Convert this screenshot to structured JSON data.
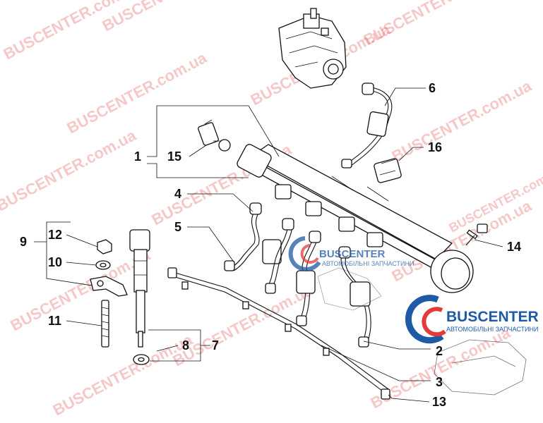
{
  "watermark": {
    "text": "BUSCENTER.com.ua",
    "color": "#e23b3b"
  },
  "logos": [
    {
      "name": "BUSCENTER",
      "tagline": "АВТОМОБІЛЬНІ ЗАПЧАСТИНИ",
      "color": "#1f5aa6"
    },
    {
      "name": "BUSCENTER",
      "tagline": "АВТОМОБІЛЬНІ ЗАПЧАСТИНИ",
      "color": "#1f5aa6"
    }
  ],
  "callouts": [
    "1",
    "2",
    "3",
    "4",
    "5",
    "6",
    "7",
    "8",
    "9",
    "10",
    "11",
    "12",
    "13",
    "14",
    "15",
    "16"
  ]
}
